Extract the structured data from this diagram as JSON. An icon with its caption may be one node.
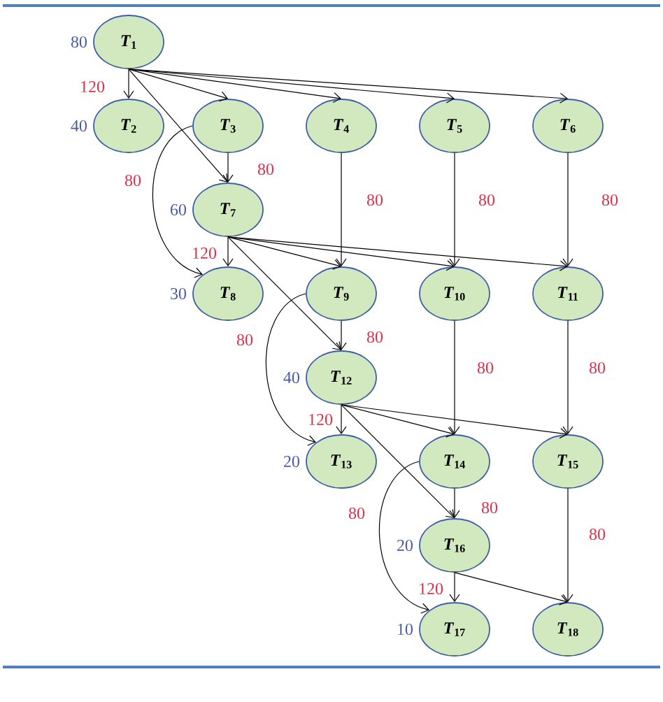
{
  "diagram": {
    "nodes": [
      {
        "text": [
          "*T*$_{1}$"
        ],
        "beside": [
          "80"
        ]
      },
      {
        "text": [
          "*T*$_{2}$"
        ],
        "beside": [
          "40"
        ]
      },
      {
        "text": [
          "*T*$_{3}$"
        ]
      },
      {
        "text": [
          "*T*$_{4}$"
        ]
      },
      {
        "text": [
          "*T*$_{5}$"
        ]
      },
      {
        "text": [
          "*T*$_{6}$"
        ]
      },
      {
        "text": [
          "*T*$_{7}$"
        ],
        "beside": [
          "60"
        ]
      },
      {
        "text": [
          "*T*$_{8}$"
        ],
        "beside": [
          "30"
        ]
      },
      {
        "text": [
          "*T*$_{9}$"
        ]
      },
      {
        "text": [
          "*T*$_{10}$"
        ]
      },
      {
        "text": [
          "*T*$_{11}$"
        ]
      },
      {
        "text": [
          "*T*$_{12}$"
        ],
        "beside": [
          "40"
        ]
      },
      {
        "text": [
          "*T*$_{13}$"
        ],
        "beside": [
          "20"
        ]
      },
      {
        "text": [
          "*T*$_{14}$"
        ]
      },
      {
        "text": [
          "*T*$_{15}$"
        ]
      },
      {
        "text": [
          "*T*$_{16}$"
        ],
        "beside": [
          "20"
        ]
      },
      {
        "text": [
          "*T*$_{17}$"
        ],
        "beside": [
          "10"
        ]
      },
      {
        "text": [
          "*T*$_{18}$"
        ]
      }
    ],
    "edges": [
      {
        "from": 0,
        "to": 1,
        "arrow": "to",
        "label": "120"
      },
      {
        "from": 0,
        "to": 2,
        "arrow": "to"
      },
      {
        "from": 0,
        "to": 3,
        "arrow": "to"
      },
      {
        "from": 0,
        "to": 4,
        "arrow": "to"
      },
      {
        "from": 0,
        "to": 5,
        "arrow": "to"
      },
      {
        "from": 0,
        "to": 6,
        "arrow": "to"
      },
      {
        "from": 2,
        "to": 6,
        "arrow": "to",
        "label": "80"
      },
      {
        "from": 2,
        "to": 7,
        "arrow": "to",
        "label": "80"
      },
      {
        "from": 3,
        "to": 8,
        "arrow": "to",
        "label": "80"
      },
      {
        "from": 4,
        "to": 9,
        "arrow": "to",
        "label": "80"
      },
      {
        "from": 5,
        "to": 10,
        "arrow": "to",
        "label": "80"
      },
      {
        "from": 6,
        "to": 7,
        "arrow": "to",
        "label": "120"
      },
      {
        "from": 6,
        "to": 8,
        "arrow": "to"
      },
      {
        "from": 6,
        "to": 9,
        "arrow": "to"
      },
      {
        "from": 6,
        "to": 10,
        "arrow": "to"
      },
      {
        "from": 6,
        "to": 11,
        "arrow": "to"
      },
      {
        "from": 8,
        "to": 11,
        "arrow": "to",
        "label": "80"
      },
      {
        "from": 8,
        "to": 12,
        "arrow": "to",
        "label": "80"
      },
      {
        "from": 9,
        "to": 13,
        "arrow": "to",
        "label": "80"
      },
      {
        "from": 10,
        "to": 14,
        "arrow": "to",
        "label": "80"
      },
      {
        "from": 11,
        "to": 12,
        "arrow": "to",
        "label": "120"
      },
      {
        "from": 11,
        "to": 13,
        "arrow": "to"
      },
      {
        "from": 11,
        "to": 14,
        "arrow": "to"
      },
      {
        "from": 11,
        "to": 15,
        "arrow": "to"
      },
      {
        "from": 13,
        "to": 15,
        "arrow": "to",
        "label": "80"
      },
      {
        "from": 13,
        "to": 16,
        "arrow": "to",
        "label": "80"
      },
      {
        "from": 14,
        "to": 17,
        "arrow": "to",
        "label": "80"
      },
      {
        "from": 15,
        "to": 16,
        "arrow": "to",
        "label": "120"
      },
      {
        "from": 15,
        "to": 17,
        "arrow": "to"
      }
    ]
  }
}
